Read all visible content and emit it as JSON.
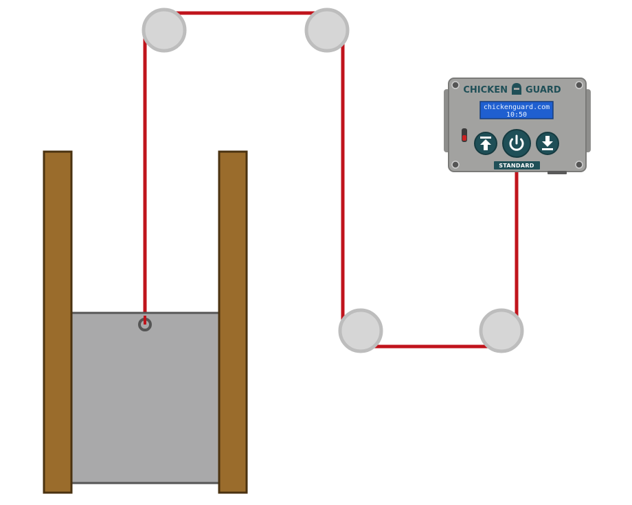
{
  "controller": {
    "brand_left": "CHICKEN",
    "brand_right": "GUARD",
    "screen_line1": "chickenguard.com",
    "screen_line2": "10:50",
    "mode_badge": "STANDARD",
    "buttons": [
      {
        "icon": "arrow-up-icon"
      },
      {
        "icon": "power-icon"
      },
      {
        "icon": "arrow-down-icon"
      }
    ]
  },
  "colors": {
    "cord": "#c0141c",
    "pulley_fill": "#d6d6d6",
    "pulley_ring": "#bdbdbd",
    "wood": "#9a6c2c",
    "wood_edge": "#4a3210",
    "door": "#a9a9aa",
    "controller_body": "#a2a2a0",
    "screen": "#1f5fd0",
    "button": "#1f4f57"
  }
}
